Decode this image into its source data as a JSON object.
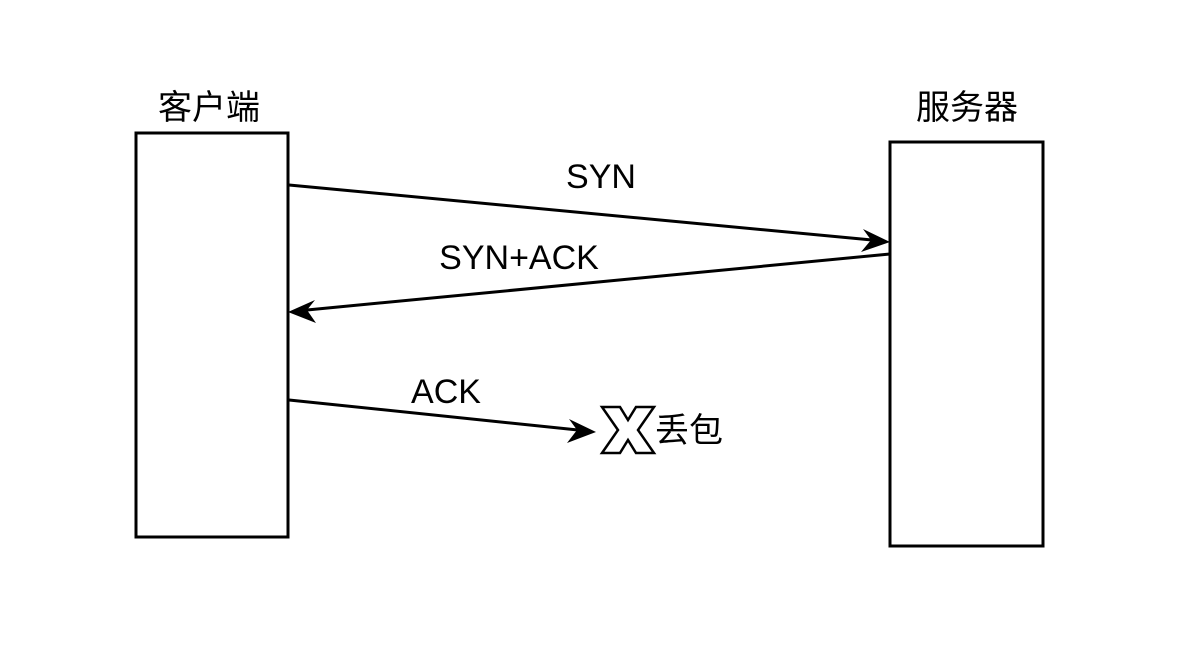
{
  "client": {
    "label": "客户端"
  },
  "server": {
    "label": "服务器"
  },
  "messages": [
    {
      "label": "SYN",
      "direction": "client-to-server"
    },
    {
      "label": "SYN+ACK",
      "direction": "server-to-client"
    },
    {
      "label": "ACK",
      "direction": "client-to-server",
      "lost": true
    }
  ],
  "loss_marker": {
    "symbol": "X",
    "label": "丢包",
    "icon": "lost-packet-x-icon"
  },
  "colors": {
    "stroke": "#000000",
    "background": "#ffffff"
  }
}
